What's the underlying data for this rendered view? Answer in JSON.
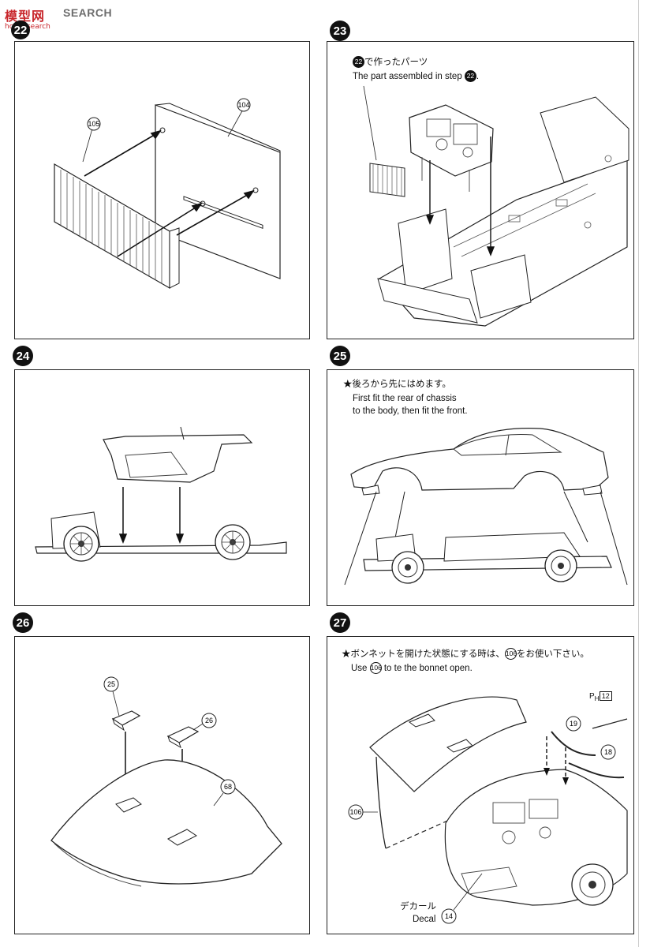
{
  "watermark": {
    "brand": "模型网",
    "search": "SEARCH",
    "url": "hobbysearch"
  },
  "steps": [
    {
      "number": "22",
      "parts": [
        "105",
        "104"
      ]
    },
    {
      "number": "23",
      "note_jp_suffix": "で作ったパーツ",
      "note_en": "The part assembled in step",
      "ref": "22"
    },
    {
      "number": "24"
    },
    {
      "number": "25",
      "star_jp": "★後ろから先にはめます。",
      "en_line1": "First fit the rear of chassis",
      "en_line2": "to the body, then fit the front."
    },
    {
      "number": "26",
      "parts": [
        "25",
        "26",
        "68"
      ]
    },
    {
      "number": "27",
      "star_jp_a": "★ボンネットを開けた状態にする時は、",
      "star_jp_ref": "106",
      "star_jp_b": "をお使い下さい。",
      "en_a": "Use",
      "en_ref": "106",
      "en_b": "to te the bonnet open.",
      "parts": [
        "106",
        "19",
        "18",
        "14"
      ],
      "ph_label": "P",
      "ph_sub": "H",
      "ph_num": "12",
      "decal_jp": "デカール",
      "decal_en": "Decal"
    }
  ]
}
